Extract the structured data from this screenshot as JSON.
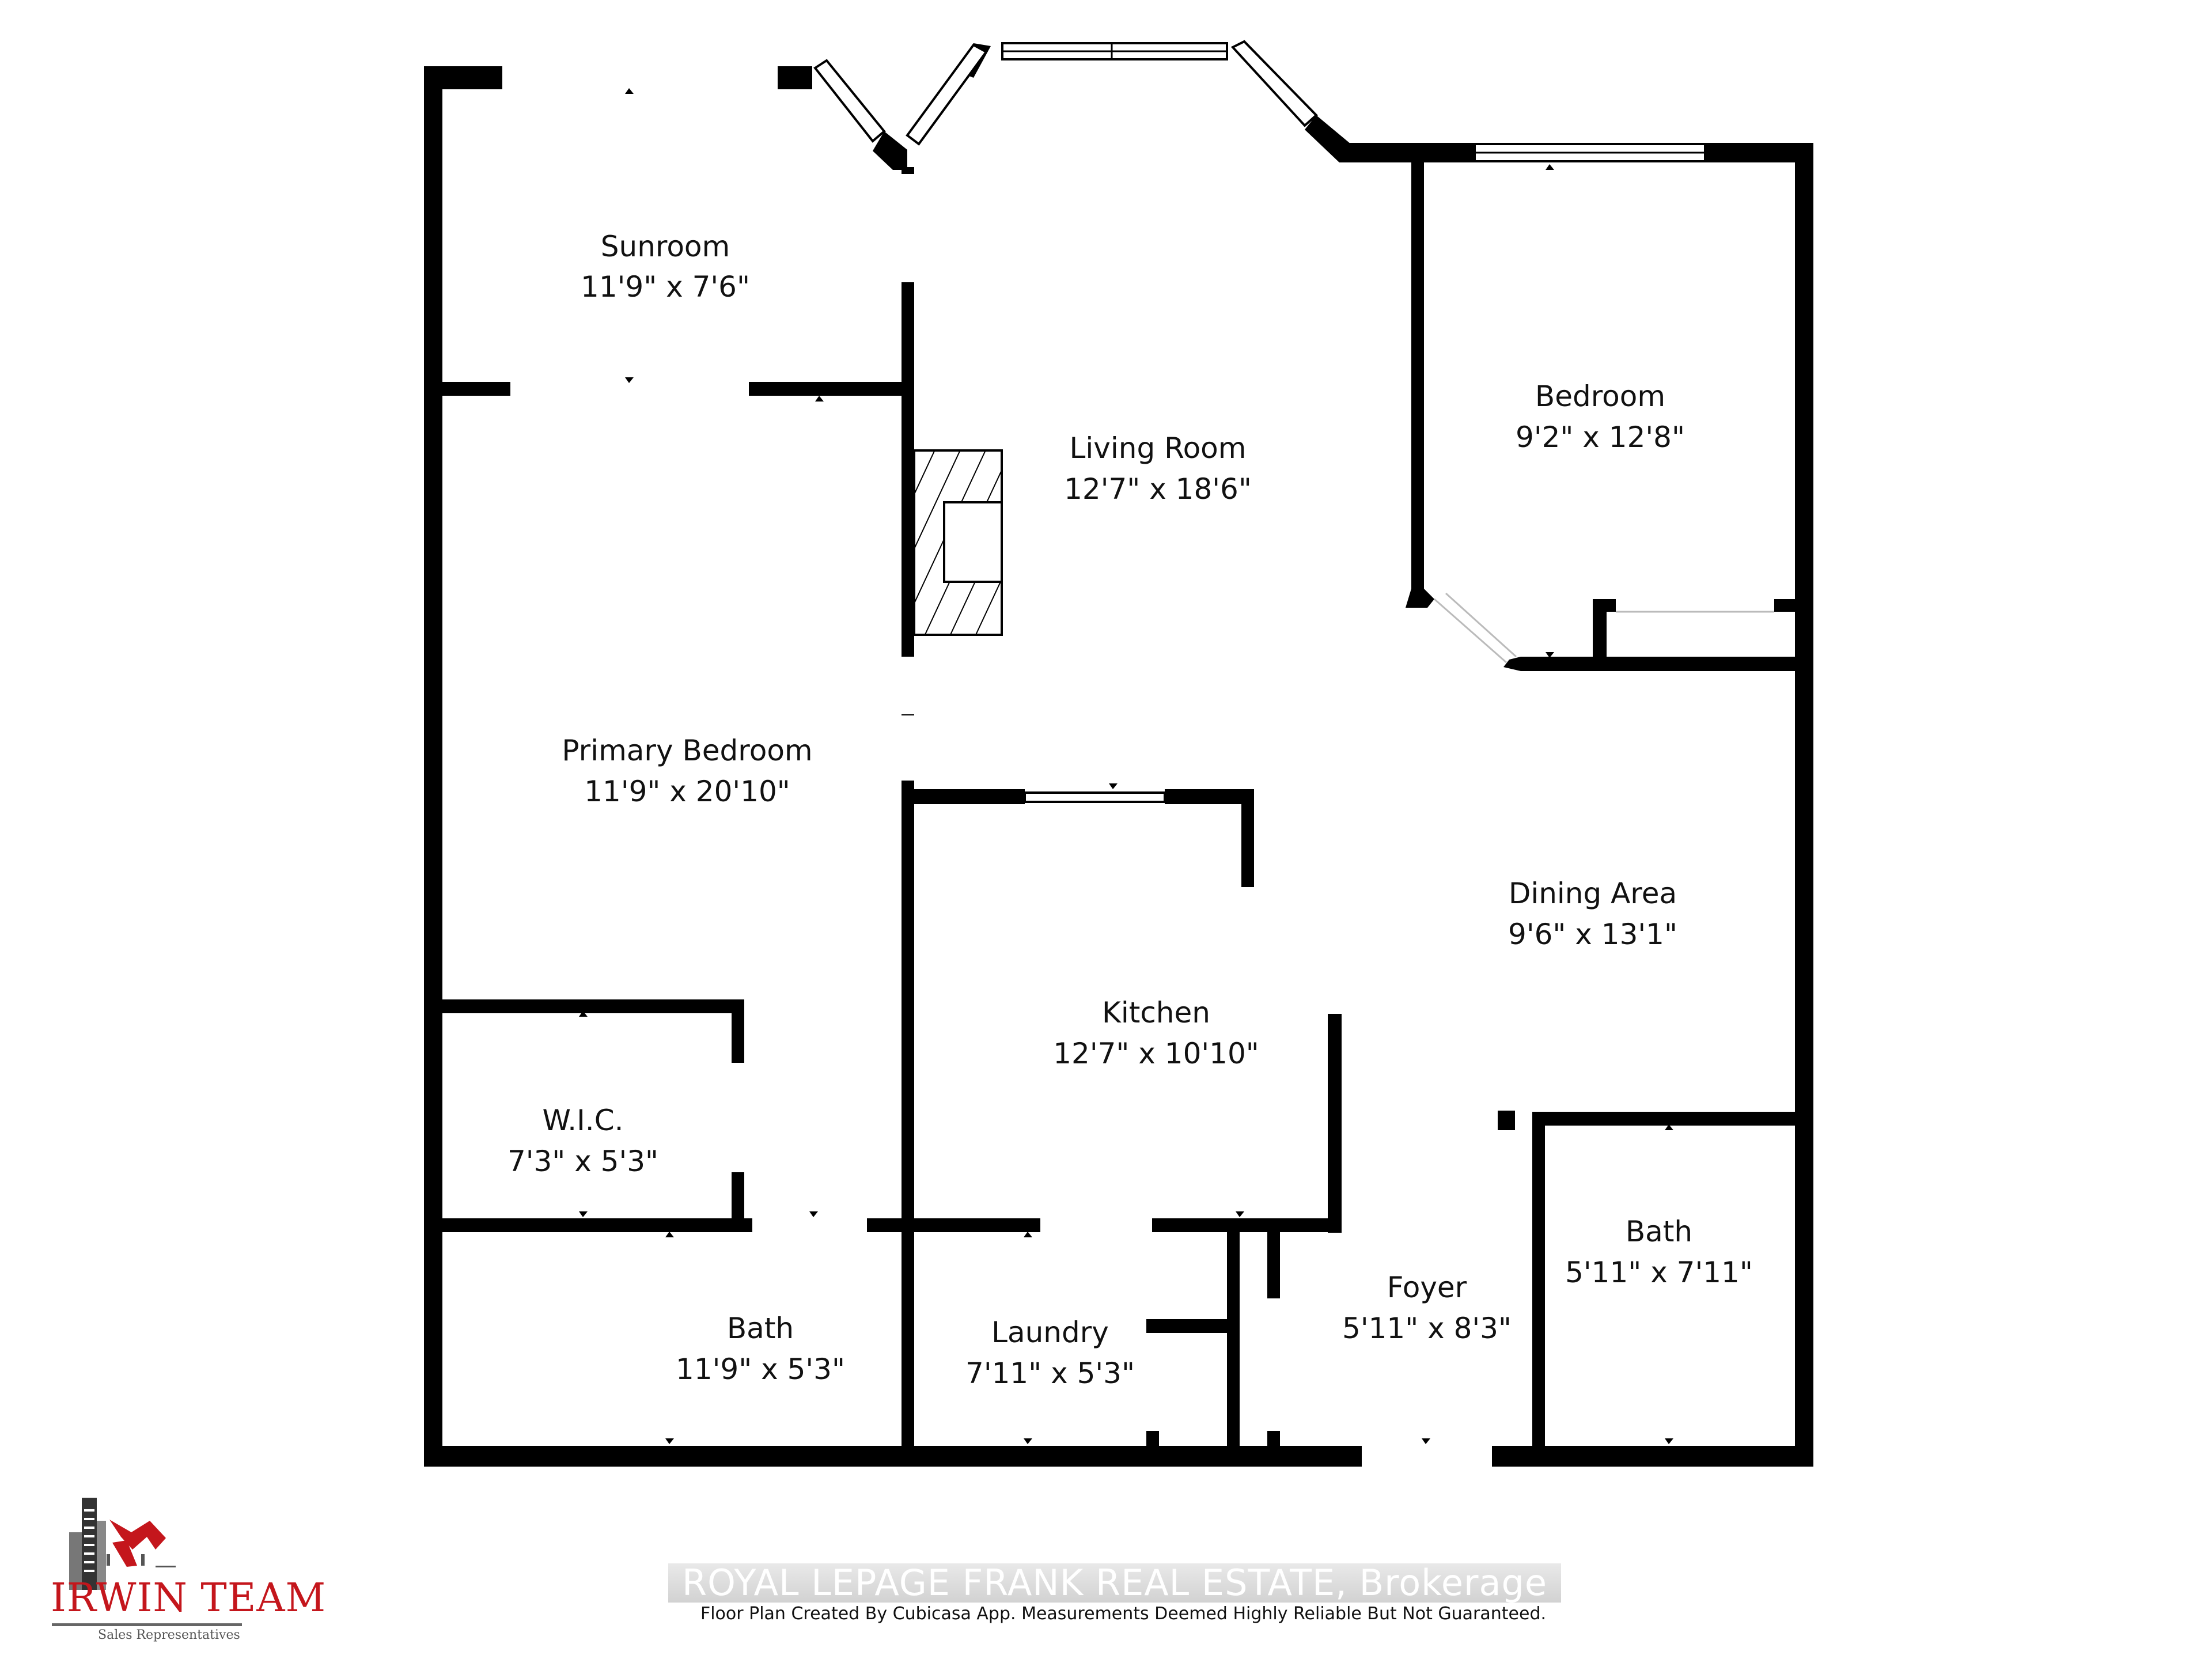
{
  "floor_plan": {
    "rooms": [
      {
        "id": "sunroom",
        "name": "Sunroom",
        "dimensions": "11'9\" x 7'6\""
      },
      {
        "id": "living-room",
        "name": "Living Room",
        "dimensions": "12'7\" x 18'6\""
      },
      {
        "id": "bedroom",
        "name": "Bedroom",
        "dimensions": "9'2\" x 12'8\""
      },
      {
        "id": "primary-bedroom",
        "name": "Primary Bedroom",
        "dimensions": "11'9\" x 20'10\""
      },
      {
        "id": "dining-area",
        "name": "Dining Area",
        "dimensions": "9'6\" x 13'1\""
      },
      {
        "id": "kitchen",
        "name": "Kitchen",
        "dimensions": "12'7\" x 10'10\""
      },
      {
        "id": "wic",
        "name": "W.I.C.",
        "dimensions": "7'3\" x 5'3\""
      },
      {
        "id": "bath-1",
        "name": "Bath",
        "dimensions": "11'9\" x 5'3\""
      },
      {
        "id": "laundry",
        "name": "Laundry",
        "dimensions": "7'11\" x 5'3\""
      },
      {
        "id": "foyer",
        "name": "Foyer",
        "dimensions": "5'11\" x 8'3\""
      },
      {
        "id": "bath-2",
        "name": "Bath",
        "dimensions": "5'11\" x 7'11\""
      }
    ]
  },
  "branding": {
    "logo_title": "IRWIN TEAM",
    "logo_subtitle": "Sales Representatives",
    "brokerage": "ROYAL LEPAGE FRANK REAL ESTATE, Brokerage",
    "disclaimer": "Floor Plan Created By Cubicasa App. Measurements Deemed Highly Reliable But Not Guaranteed.",
    "accent_color": "#c4161c"
  }
}
